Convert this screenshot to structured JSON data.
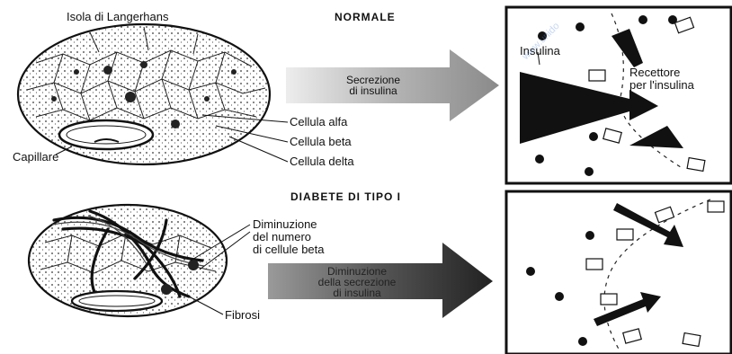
{
  "colors": {
    "ink": "#111111",
    "arrow_light": "#b9b9b9",
    "arrow_dark": "#4a4a4a",
    "watermark": "#8fb0e0"
  },
  "top": {
    "islet_title": "Isola di Langerhans",
    "section_title": "NORMALE",
    "arrow_text": "Secrezione\ndi insulina",
    "labels": {
      "alpha": "Cellula alfa",
      "beta": "Cellula beta",
      "delta": "Cellula delta",
      "capillary": "Capillare"
    },
    "panel": {
      "insulin": "Insulina",
      "receptor": "Recettore\nper l'insulina"
    }
  },
  "bottom": {
    "section_title": "DIABETE DI TIPO I",
    "beta_decrease": "Diminuzione\ndel numero\ndi cellule beta",
    "fibrosis": "Fibrosi",
    "arrow_text": "Diminuzione\ndella secrezione\ndi insulina"
  },
  "watermark": {
    "text": "www.unido"
  }
}
